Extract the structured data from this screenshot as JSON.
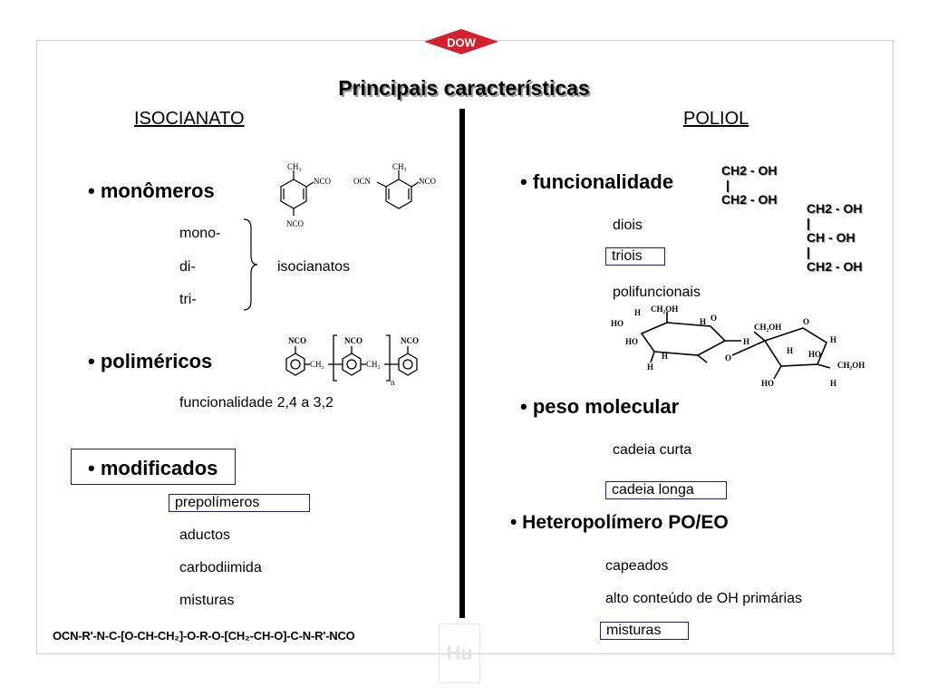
{
  "logo": {
    "text": "DOW",
    "brand_color": "#d2202f"
  },
  "title": "Principais características",
  "left": {
    "heading": "ISOCIANATO",
    "monomeros": {
      "label": "• monômeros",
      "items": [
        "mono-",
        "di-",
        "tri-"
      ],
      "group_label": "isocianatos"
    },
    "polimericos": {
      "label": "• poliméricos",
      "detail": "funcionalidade 2,4 a 3,2"
    },
    "modificados": {
      "label": "• modificados",
      "items": [
        "prepolímeros",
        "aductos",
        "carbodiimida",
        "misturas"
      ]
    },
    "structures": {
      "ch3": "CH₃",
      "nco": "NCO",
      "ocn": "OCN",
      "n": "n",
      "ch2": "CH₂"
    },
    "prepolymer_formula": "OCN-R'-N-C-[O-CH-CH₂]-O-R-O-[CH₂-CH-O]-C-N-R'-NCO"
  },
  "right": {
    "heading": "POLIOL",
    "funcionalidade": {
      "label": "• funcionalidade",
      "items": [
        "diois",
        "triois",
        "polifuncionais"
      ]
    },
    "diol_formula": [
      "CH2 - OH",
      "|",
      "CH2 - OH"
    ],
    "triol_formula": [
      "CH2 - OH",
      "|",
      "CH - OH",
      "|",
      "CH2 - OH"
    ],
    "sucrose_labels": {
      "h": "H",
      "ho": "HO",
      "o": "O",
      "ch2oh": "CH₂OH"
    },
    "peso": {
      "label": "• peso molecular",
      "items": [
        "cadeia curta",
        "cadeia longa"
      ]
    },
    "hetero": {
      "label": "• Heteropolímero PO/EO",
      "items": [
        "capeados",
        "alto conteúdo de OH primárias",
        "misturas"
      ]
    }
  },
  "watermark": "Hu"
}
